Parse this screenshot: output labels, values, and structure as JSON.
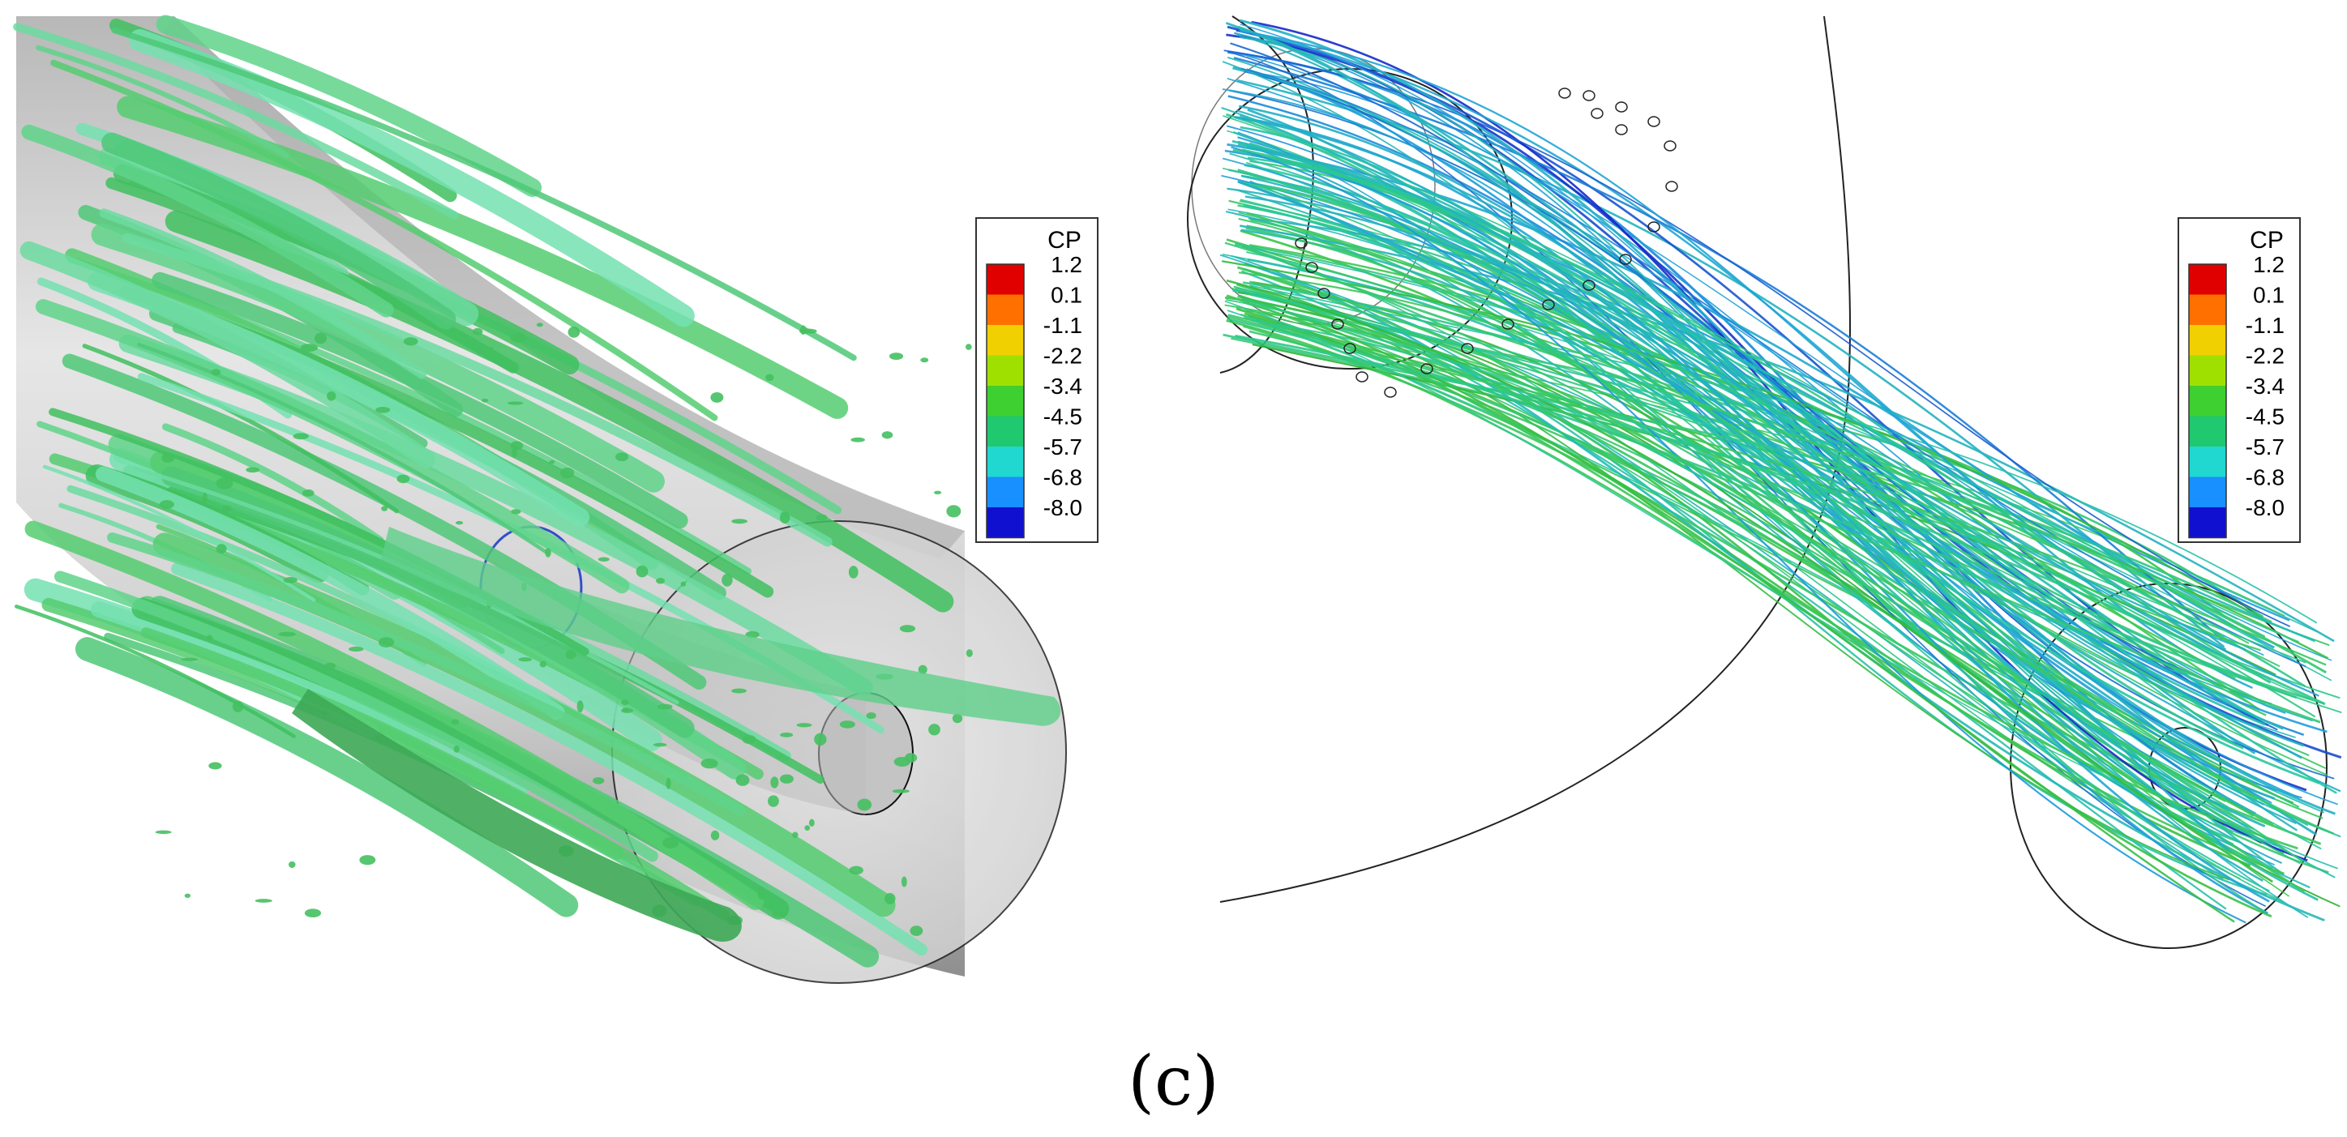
{
  "caption": "(c)",
  "legend_left": {
    "title": "CP",
    "levels": [
      "1.2",
      "0.1",
      "-1.1",
      "-2.2",
      "-3.4",
      "-4.5",
      "-5.7",
      "-6.8",
      "-8.0"
    ]
  },
  "legend_right": {
    "title": "CP",
    "levels": [
      "1.2",
      "0.1",
      "-1.1",
      "-2.2",
      "-3.4",
      "-4.5",
      "-5.7",
      "-6.8",
      "-8.0"
    ]
  },
  "colors": {
    "colormap": [
      "#e00000",
      "#ff7000",
      "#f0d000",
      "#a0e000",
      "#3ecf30",
      "#20c870",
      "#20d8d0",
      "#1890ff",
      "#1010d0"
    ],
    "pipe": "#c9c9c9",
    "isosurface": "#5ccf7a"
  }
}
